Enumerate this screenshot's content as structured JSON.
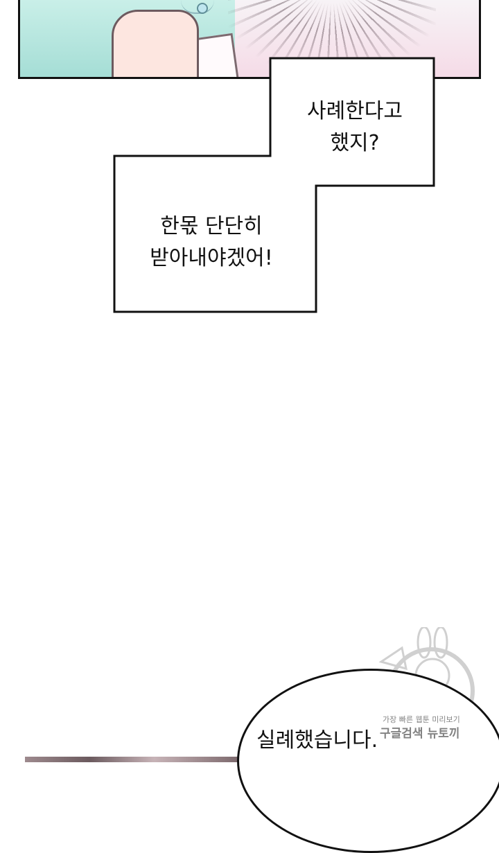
{
  "bubbles": {
    "upper": {
      "line1": "사례한다고",
      "line2": "했지?"
    },
    "lower": {
      "line1": "한몫 단단히",
      "line2": "받아내야겠어!"
    }
  },
  "speech": {
    "text": "실례했습니다."
  },
  "watermark": {
    "line1": "가장 빠른 웹툰 미리보기",
    "line2": "구글검색 뉴토끼"
  }
}
